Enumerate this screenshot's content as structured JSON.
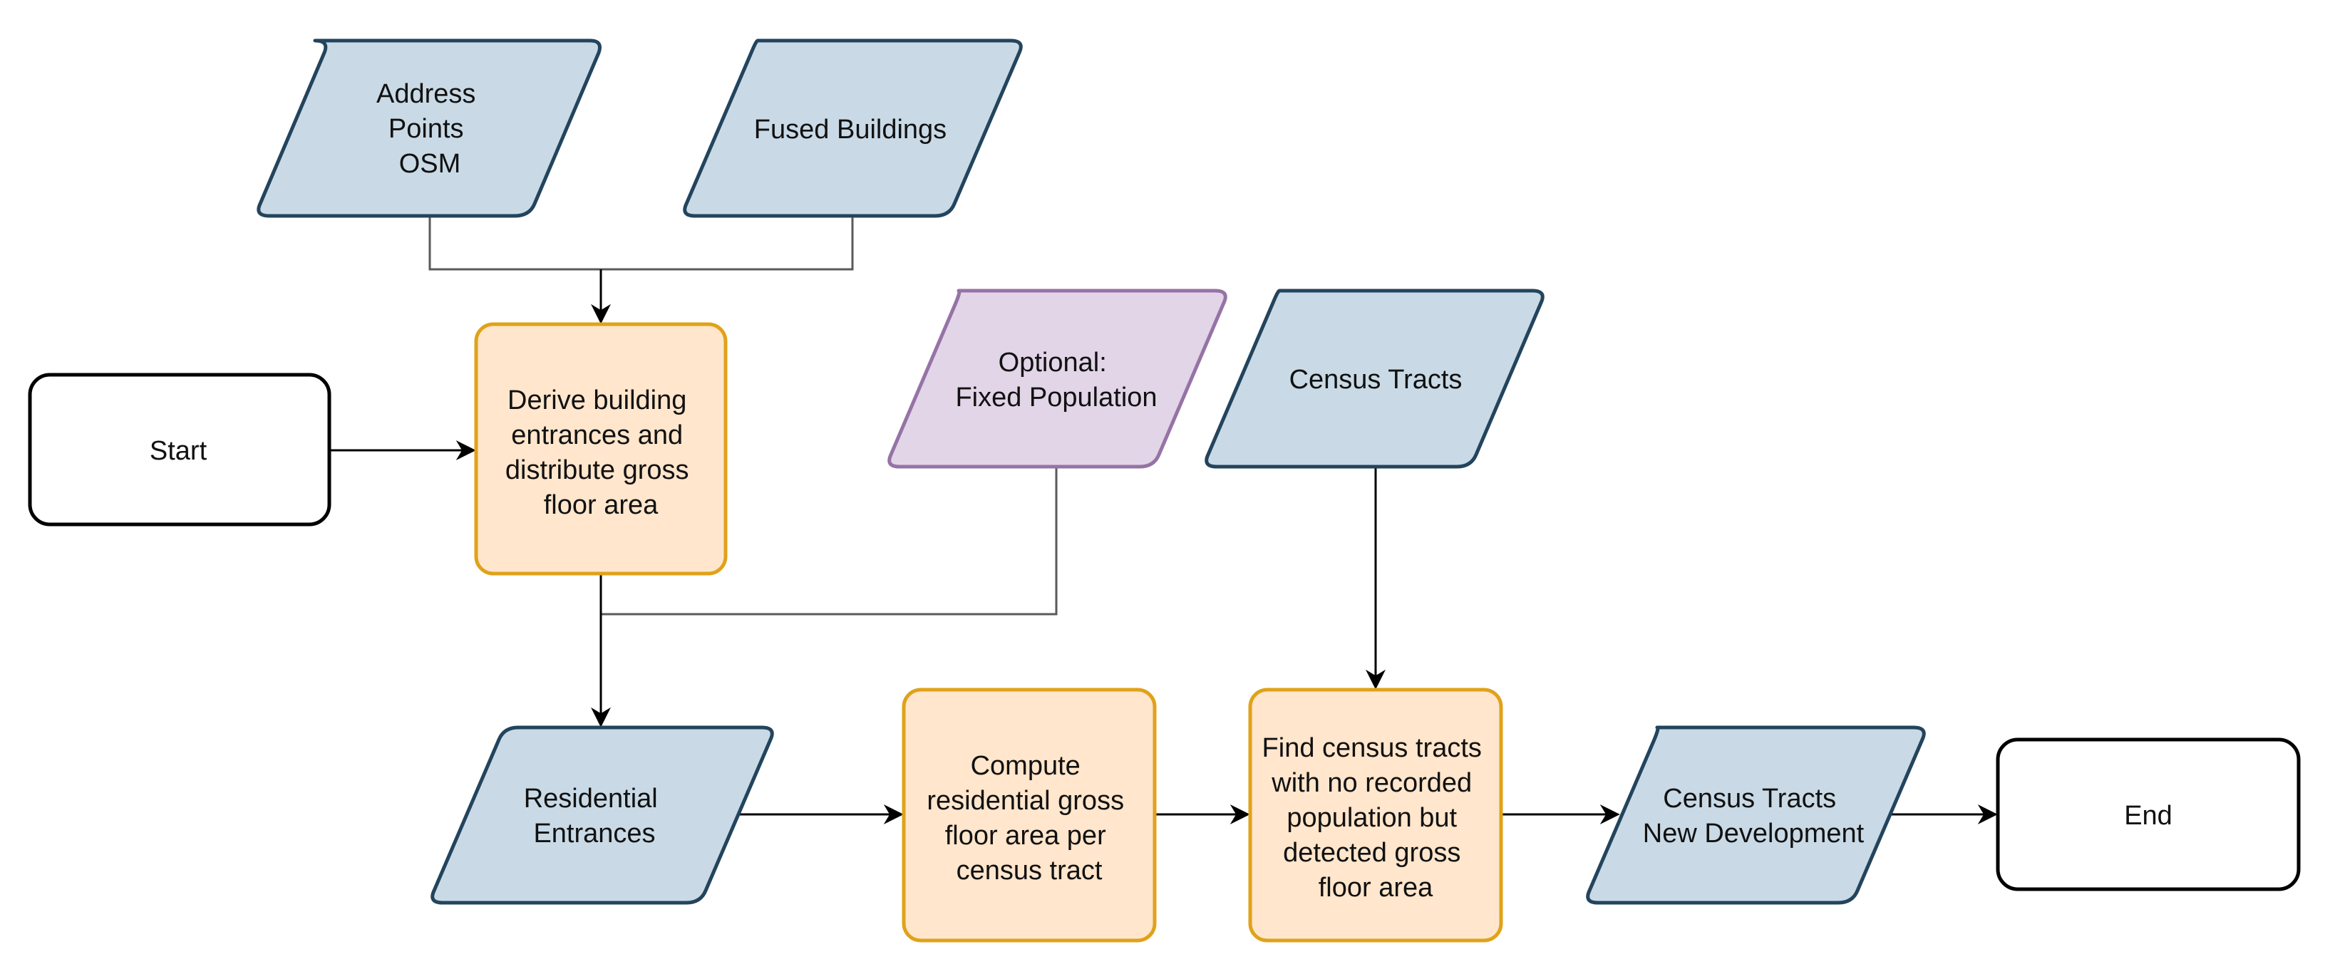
{
  "nodes": {
    "address_points": {
      "lines": [
        "Address",
        "Points",
        "OSM"
      ]
    },
    "fused_buildings": {
      "lines": [
        "Fused Buildings"
      ]
    },
    "start": {
      "lines": [
        "Start"
      ]
    },
    "derive": {
      "lines": [
        "Derive building",
        "entrances and",
        "distribute gross",
        "floor area"
      ]
    },
    "optional_population": {
      "lines": [
        "Optional:",
        "Fixed Population"
      ]
    },
    "census_tracts": {
      "lines": [
        "Census Tracts"
      ]
    },
    "residential_entrances": {
      "lines": [
        "Residential",
        "Entrances"
      ]
    },
    "compute": {
      "lines": [
        "Compute",
        "residential gross",
        "floor area per",
        "census tract"
      ]
    },
    "find": {
      "lines": [
        "Find census tracts",
        "with no recorded",
        "population but",
        "detected gross",
        "floor area"
      ]
    },
    "new_development": {
      "lines": [
        "Census Tracts",
        "New Development"
      ]
    },
    "end": {
      "lines": [
        "End"
      ]
    }
  },
  "colors": {
    "data_fill": "#c9dae6",
    "data_stroke": "#23445d",
    "optional_fill": "#e1d5e7",
    "optional_stroke": "#9673a6",
    "process_fill": "#ffe6cc",
    "process_stroke": "#e0a21a",
    "terminal_fill": "#ffffff",
    "terminal_stroke": "#000000"
  }
}
